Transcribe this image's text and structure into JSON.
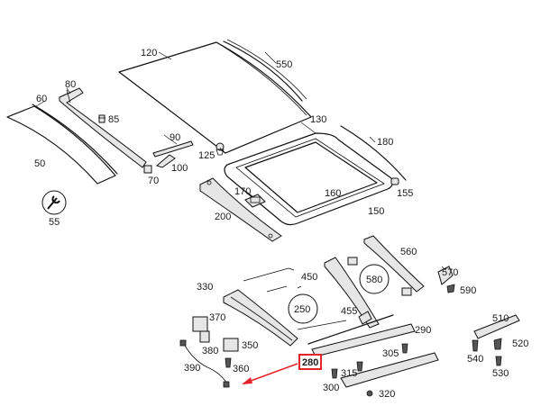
{
  "labels": {
    "l120": "120",
    "l550": "550",
    "l80": "80",
    "l60": "60",
    "l85": "85",
    "l50": "50",
    "l90": "90",
    "l125": "125",
    "l100": "100",
    "l70": "70",
    "l55": "55",
    "l130": "130",
    "l180": "180",
    "l170": "170",
    "l160": "160",
    "l155": "155",
    "l200": "200",
    "l150": "150",
    "l560": "560",
    "l450": "450",
    "l580": "580",
    "l570": "570",
    "l590": "590",
    "l330": "330",
    "l250": "250",
    "l455": "455",
    "l290": "290",
    "l370": "370",
    "l380": "380",
    "l350": "350",
    "l305": "305",
    "l510": "510",
    "l520": "520",
    "l540": "540",
    "l530": "530",
    "l390": "390",
    "l360": "360",
    "l280": "280",
    "l300": "300",
    "l315": "315",
    "l320": "320"
  },
  "highlight": {
    "part": "280",
    "color": "#e3242b"
  },
  "colors": {
    "ink": "#111111",
    "background": "#ffffff"
  }
}
